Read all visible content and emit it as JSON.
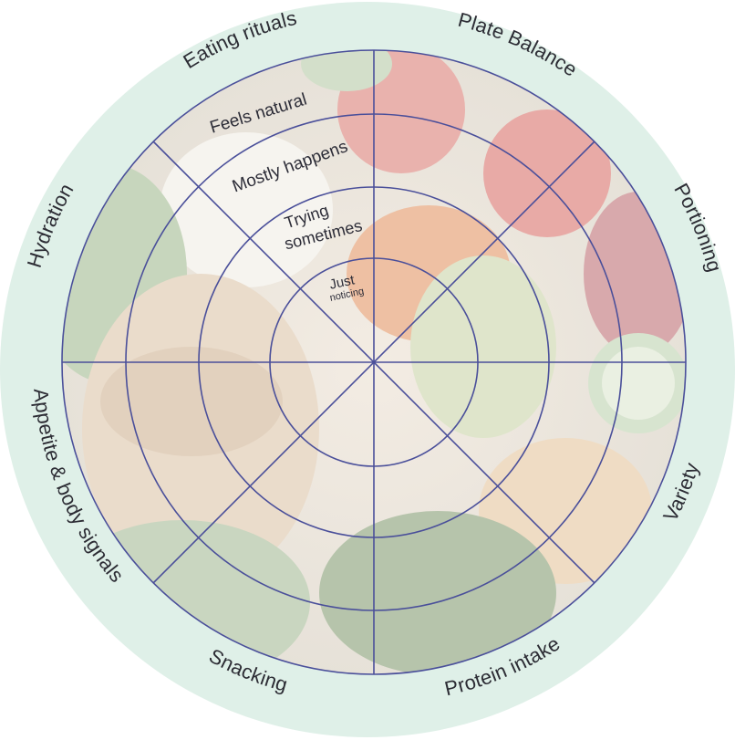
{
  "wheel": {
    "segments": [
      "Plate Balance",
      "Portioning",
      "Variety",
      "Protein intake",
      "Snacking",
      "Appetite & body signals",
      "Hydration",
      "Eating rituals"
    ],
    "rings": {
      "feels_natural": "Feels natural",
      "mostly_happens": "Mostly happens",
      "trying_line1": "Trying",
      "trying_line2": "sometimes",
      "just_line1": "Just",
      "just_line2": "noticing"
    },
    "colors": {
      "outer_band": "#dff0e8",
      "lines": "#4a4f9a",
      "text": "#2c2c34"
    }
  }
}
